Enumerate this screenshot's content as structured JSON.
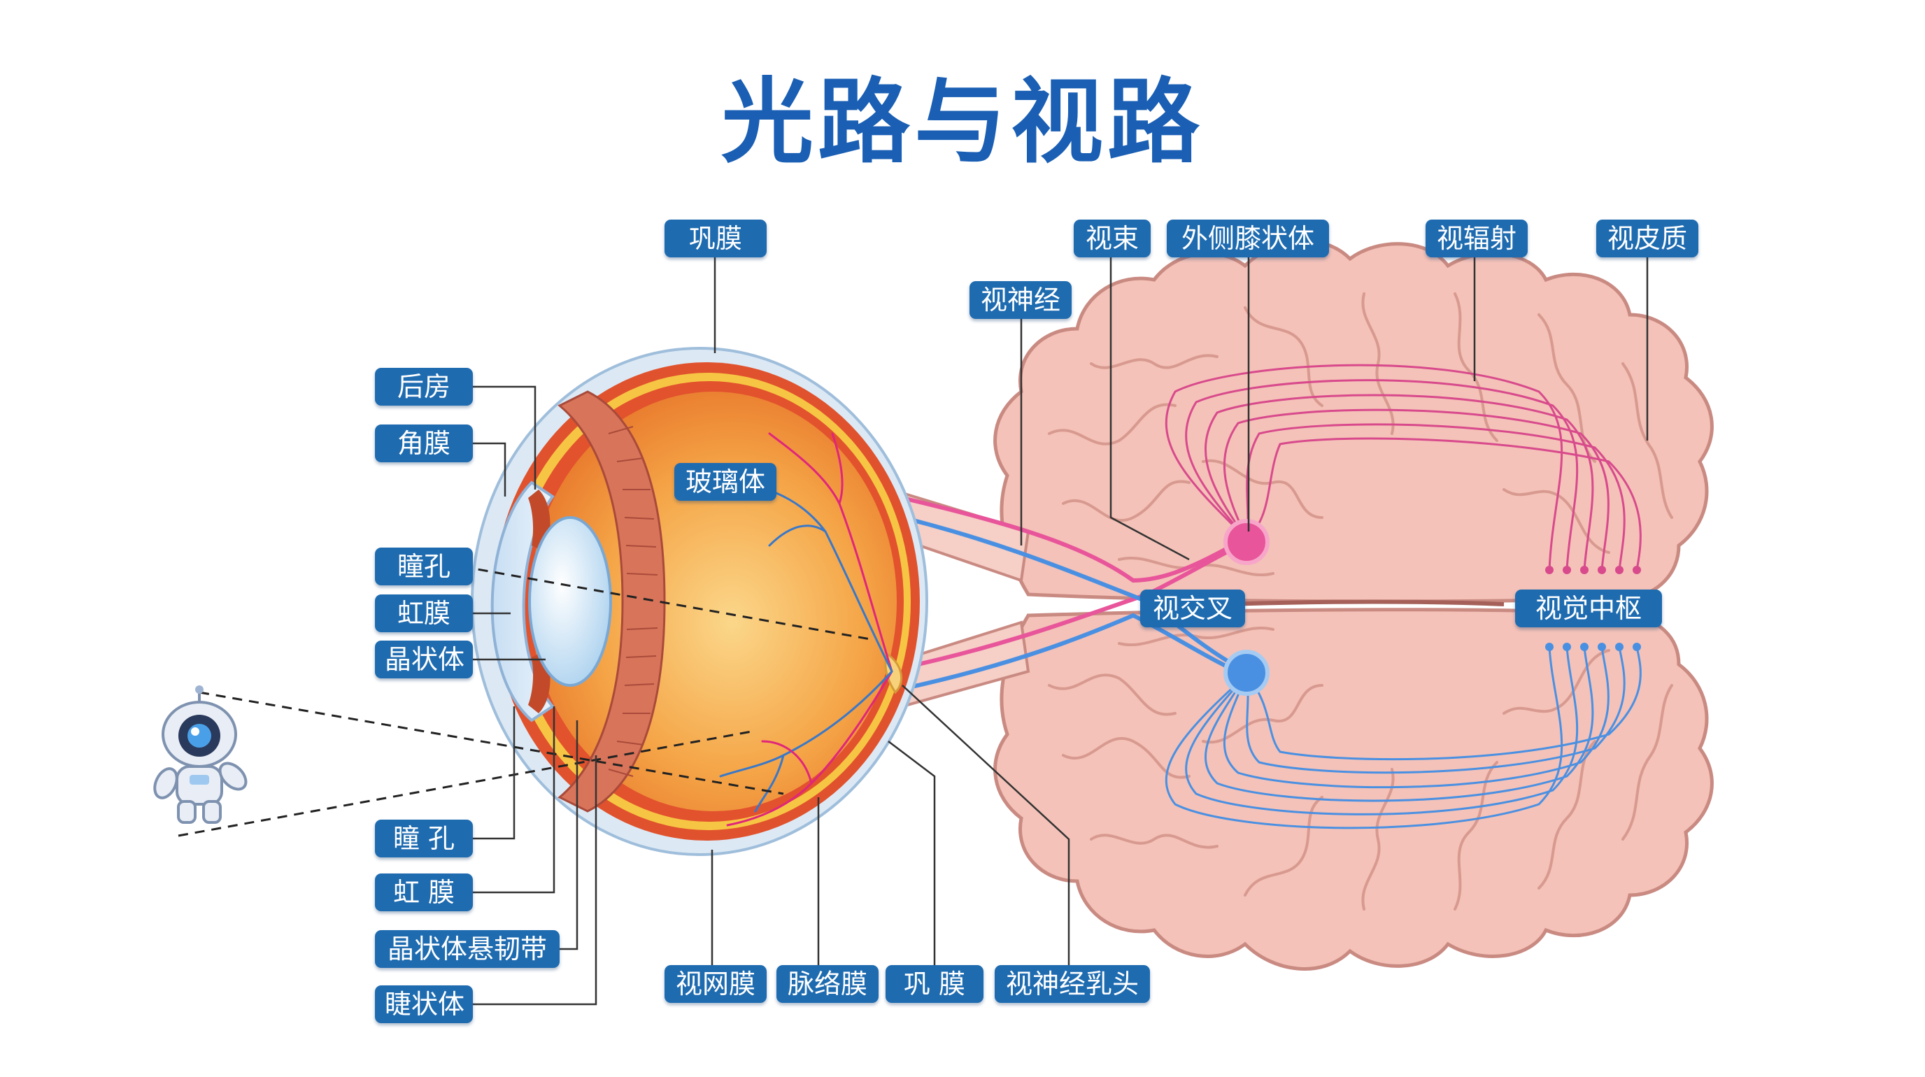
{
  "title": "光路与视路",
  "labels": {
    "gongmo_top": "巩膜",
    "shishu": "视束",
    "waice": "外侧膝状体",
    "shifushe": "视辐射",
    "shipizhi": "视皮质",
    "shishenjing": "视神经",
    "houfang": "后房",
    "jiaomo": "角膜",
    "boliti": "玻璃体",
    "tongkong_l": "瞳孔",
    "hongmo_l": "虹膜",
    "jingzhuangti_l": "晶状体",
    "shijiaocha": "视交叉",
    "shijuezhongshu": "视觉中枢",
    "tongkong_b": "瞳 孔",
    "hongmo_b": "虹 膜",
    "xuanrendai": "晶状体悬韧带",
    "jiezhuangti": "睫状体",
    "shiwangmo": "视网膜",
    "mailuomo": "脉络膜",
    "gongmo_b": "巩 膜",
    "rutou": "视神经乳头"
  },
  "colors": {
    "title": "#1a5fb4",
    "label_bg": "#1e6bb0",
    "brain": "#f4c2b8",
    "brain_outline": "#c98a82",
    "eye_orange": "#f08a32",
    "sclera": "#dce9f5",
    "pink_path": "#e8559a",
    "blue_path": "#4a90e2"
  },
  "icons": [
    "astronaut-icon"
  ]
}
